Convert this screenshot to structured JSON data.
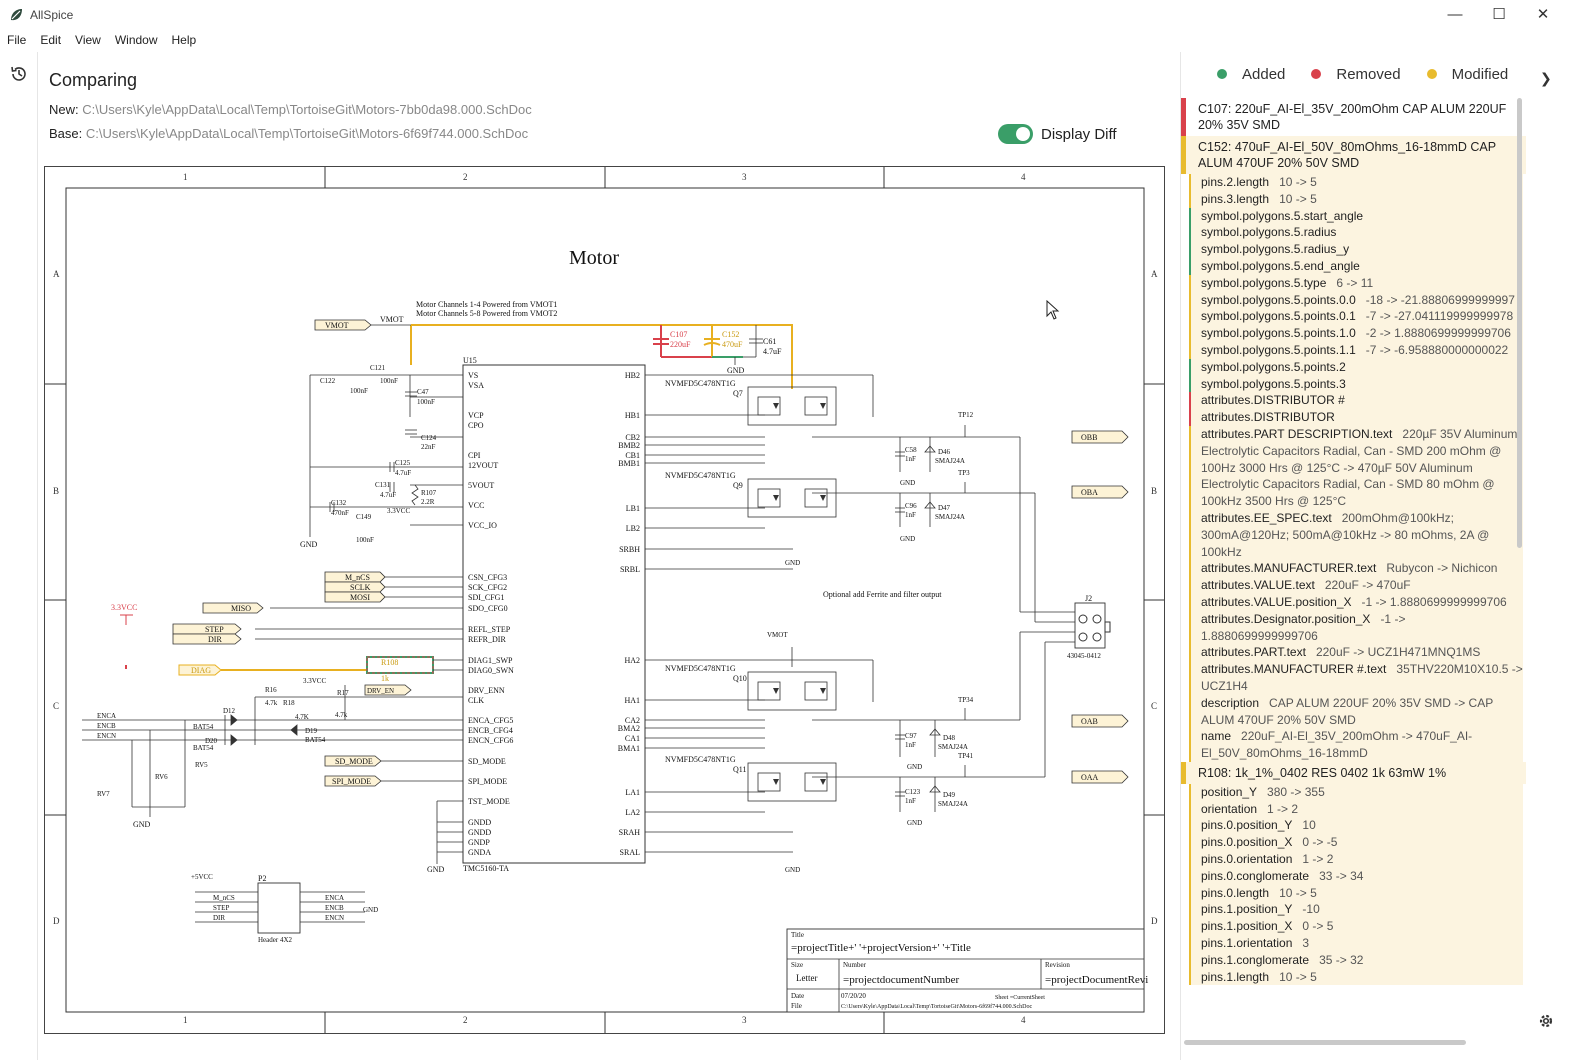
{
  "window": {
    "title": "AllSpice",
    "minimize": "—",
    "maximize": "☐",
    "close": "✕"
  },
  "menu": [
    "File",
    "Edit",
    "View",
    "Window",
    "Help"
  ],
  "header": {
    "title": "Comparing",
    "new_label": "New:",
    "new_path": "C:\\Users\\Kyle\\AppData\\Local\\Temp\\TortoiseGit\\Motors-7bb0da98.000.SchDoc",
    "base_label": "Base:",
    "base_path": "C:\\Users\\Kyle\\AppData\\Local\\Temp\\TortoiseGit\\Motors-6f69f744.000.SchDoc",
    "toggle_label": "Display Diff"
  },
  "legend": {
    "added": "Added",
    "removed": "Removed",
    "modified": "Modified",
    "colors": {
      "added": "#3a9e68",
      "removed": "#d9414b",
      "modified": "#e8bb2e"
    }
  },
  "schematic": {
    "title": "Motor",
    "col_labels": [
      "1",
      "2",
      "3",
      "4"
    ],
    "row_labels": [
      "A",
      "B",
      "C",
      "D"
    ],
    "note1": "Motor Channels 1-4 Powered from VMOT1",
    "note2": "Motor Channels 5-8 Powered from VMOT2",
    "note3": "Optional add Ferrite and filter output",
    "chip_name": "U15",
    "chip_part": "TMC5160-TA",
    "left_pins": [
      "VS",
      "VSA",
      "VCP",
      "CPO",
      "CPI",
      "12VOUT",
      "5VOUT",
      "VCC",
      "VCC_IO",
      "CSN_CFG3",
      "SCK_CFG2",
      "SDI_CFG1",
      "SDO_CFG0",
      "REFL_STEP",
      "REFR_DIR",
      "DIAG1_SWP",
      "DIAG0_SWN",
      "DRV_ENN",
      "CLK",
      "ENCA_CFG5",
      "ENCB_CFG4",
      "ENCN_CFG6",
      "SD_MODE",
      "SPI_MODE",
      "TST_MODE",
      "GNDD",
      "GNDD",
      "GNDP",
      "GNDA"
    ],
    "right_pins": [
      "HB2",
      "HB1",
      "CB2",
      "BMB2",
      "CB1",
      "BMB1",
      "LB1",
      "LB2",
      "SRBH",
      "SRBL",
      "HA2",
      "HA1",
      "CA2",
      "BMA2",
      "CA1",
      "BMA1",
      "LA1",
      "LA2",
      "SRAH",
      "SRAL"
    ],
    "ports_right": [
      "OBB",
      "OBA",
      "OAB",
      "OAA"
    ],
    "ports_left": [
      "VMOT",
      "MISO",
      "STEP",
      "DIR",
      "DIAG",
      "SD_MODE",
      "SPI_MODE",
      "M_nCS",
      "SCLK",
      "MOSI"
    ],
    "caps_top": [
      "C107",
      "220uF",
      "C152",
      "470uF",
      "C61",
      "4.7uF"
    ],
    "mosfet": "NVMFD5C478NT1G",
    "q_labels": [
      "Q7",
      "Q9",
      "Q10",
      "Q11"
    ],
    "tps": [
      "TP12",
      "TP3",
      "TP34",
      "TP41"
    ],
    "diodes": [
      "D46",
      "D47",
      "D48",
      "D49"
    ],
    "diode_part": "SMAJ24A",
    "connector": "J2",
    "connector_part": "43045-0412",
    "header": "P2",
    "header_part": "Header 4X2",
    "r108": "R108",
    "r108_val": "1k",
    "r108_mark": "1k",
    "probe_label": "3.3VCC",
    "tb_title_lbl": "Title",
    "tb_title": "=projectTitle+' '+projectVersion+' '+Title",
    "tb_size_lbl": "Size",
    "tb_size": "Letter",
    "tb_number_lbl": "Number",
    "tb_number": "=projectdocumentNumber",
    "tb_rev_lbl": "Revision",
    "tb_rev": "=projectDocumentRevi",
    "tb_date_lbl": "Date",
    "tb_date": "07/20/20",
    "tb_file_lbl": "File",
    "tb_file": "C:\\Users\\Kyle\\AppData\\Local\\Temp\\TortoiseGit\\Motors-6f69f744.000.SchDoc",
    "tb_sheet": "Sheet =CurrentSheet",
    "gnd": "GND",
    "vmot": "VMOT",
    "vcc5": "+5VCC",
    "vcc33": "3.3VCC"
  },
  "diff_list": [
    {
      "kind": "removed",
      "title": "C107:  220uF_AI-El_35V_200mOhm CAP ALUM 220UF 20% 35V SMD",
      "props": []
    },
    {
      "kind": "modified",
      "title": "C152:  470uF_AI-El_50V_80mOhms_16-18mmD CAP ALUM 470UF 20% 50V SMD",
      "props": [
        {
          "c": "m",
          "k": "pins.2.length",
          "v": "10  -> 5"
        },
        {
          "c": "m",
          "k": "pins.3.length",
          "v": "10  -> 5"
        },
        {
          "c": "a",
          "k": "symbol.polygons.5.start_angle",
          "v": ""
        },
        {
          "c": "a",
          "k": "symbol.polygons.5.radius",
          "v": ""
        },
        {
          "c": "a",
          "k": "symbol.polygons.5.radius_y",
          "v": ""
        },
        {
          "c": "a",
          "k": "symbol.polygons.5.end_angle",
          "v": ""
        },
        {
          "c": "m",
          "k": "symbol.polygons.5.type",
          "v": "6  -> 11"
        },
        {
          "c": "m",
          "k": "symbol.polygons.5.points.0.0",
          "v": "-18  -> -21.88806999999997"
        },
        {
          "c": "m",
          "k": "symbol.polygons.5.points.0.1",
          "v": "-7  -> -27.041119999999978"
        },
        {
          "c": "m",
          "k": "symbol.polygons.5.points.1.0",
          "v": "-2  -> 1.8880699999999706"
        },
        {
          "c": "m",
          "k": "symbol.polygons.5.points.1.1",
          "v": "-7  -> -6.958880000000022"
        },
        {
          "c": "a",
          "k": "symbol.polygons.5.points.2",
          "v": ""
        },
        {
          "c": "a",
          "k": "symbol.polygons.5.points.3",
          "v": ""
        },
        {
          "c": "r",
          "k": "attributes.DISTRIBUTOR #",
          "v": ""
        },
        {
          "c": "r",
          "k": "attributes.DISTRIBUTOR",
          "v": ""
        },
        {
          "c": "m",
          "k": "attributes.PART DESCRIPTION.text",
          "v": "220µF 35V Aluminum Electrolytic Capacitors Radial, Can - SMD 200 mOhm @ 100Hz 3000 Hrs @ 125°C  -> 470µF 50V Aluminum Electrolytic Capacitors Radial, Can - SMD 80 mOhm @ 100kHz 3500 Hrs @ 125°C"
        },
        {
          "c": "m",
          "k": "attributes.EE_SPEC.text",
          "v": "200mOhm@100kHz; 300mA@120Hz; 500mA@10kHz  -> 80 mOhms, 2A @ 100kHz"
        },
        {
          "c": "m",
          "k": "attributes.MANUFACTURER.text",
          "v": "Rubycon  -> Nichicon"
        },
        {
          "c": "m",
          "k": "attributes.VALUE.text",
          "v": "220uF  -> 470uF"
        },
        {
          "c": "m",
          "k": "attributes.VALUE.position_X",
          "v": "-1  -> 1.8880699999999706"
        },
        {
          "c": "m",
          "k": "attributes.Designator.position_X",
          "v": "-1  -> 1.8880699999999706"
        },
        {
          "c": "m",
          "k": "attributes.PART.text",
          "v": "220uF  -> UCZ1H471MNQ1MS"
        },
        {
          "c": "m",
          "k": "attributes.MANUFACTURER #.text",
          "v": "35THV220M10X10.5  -> UCZ1H4"
        },
        {
          "c": "m",
          "k": "description",
          "v": "CAP ALUM 220UF 20% 35V SMD  -> CAP ALUM 470UF 20% 50V SMD"
        },
        {
          "c": "m",
          "k": "name",
          "v": "220uF_AI-El_35V_200mOhm  -> 470uF_AI-El_50V_80mOhms_16-18mmD"
        }
      ]
    },
    {
      "kind": "modified",
      "title": "R108:  1k_1%_0402 RES 0402 1k 63mW 1%",
      "props": [
        {
          "c": "m",
          "k": "position_Y",
          "v": "380  -> 355"
        },
        {
          "c": "m",
          "k": "orientation",
          "v": "1  -> 2"
        },
        {
          "c": "m",
          "k": "pins.0.position_Y",
          "v": "10"
        },
        {
          "c": "m",
          "k": "pins.0.position_X",
          "v": "0  -> -5"
        },
        {
          "c": "m",
          "k": "pins.0.orientation",
          "v": "1  -> 2"
        },
        {
          "c": "m",
          "k": "pins.0.conglomerate",
          "v": "33  -> 34"
        },
        {
          "c": "m",
          "k": "pins.0.length",
          "v": "10  -> 5"
        },
        {
          "c": "m",
          "k": "pins.1.position_Y",
          "v": "-10"
        },
        {
          "c": "m",
          "k": "pins.1.position_X",
          "v": "0  -> 5"
        },
        {
          "c": "m",
          "k": "pins.1.orientation",
          "v": "3"
        },
        {
          "c": "m",
          "k": "pins.1.conglomerate",
          "v": "35  -> 32"
        },
        {
          "c": "m",
          "k": "pins.1.length",
          "v": "10  -> 5"
        }
      ]
    }
  ]
}
